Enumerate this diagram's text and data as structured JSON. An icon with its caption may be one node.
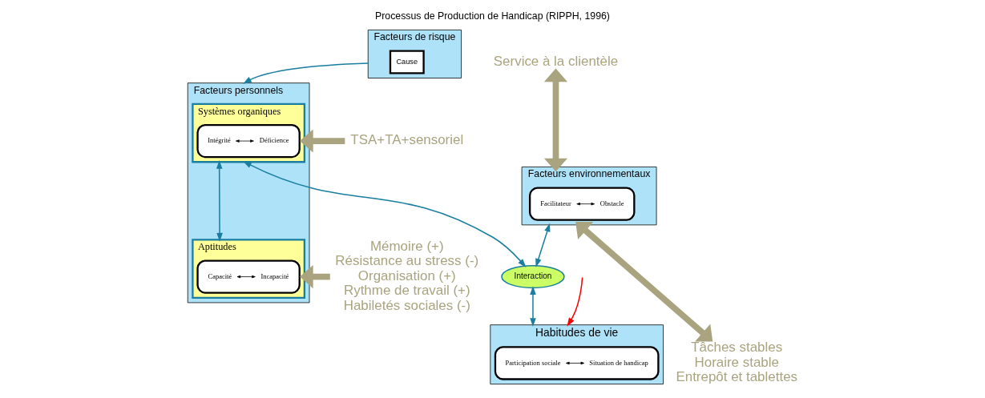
{
  "diagram": {
    "title": "Processus de Production de Handicap (RIPPH, 1996)",
    "nodes": [
      {
        "text": [
          "Facteurs de risque"
        ]
      },
      {
        "text": [
          "Cause"
        ],
        "in": 0
      },
      {
        "text": [
          "Facteurs personnels"
        ]
      },
      {
        "text": [
          "Systèmes organiques"
        ],
        "in": 2
      },
      {
        "text": [],
        "shape": "box",
        "in": 3
      },
      {
        "text": [
          "Intégrité"
        ],
        "in": 4
      },
      {
        "text": [
          "Déficience"
        ],
        "in": 4
      },
      {
        "text": [
          "Aptitudes"
        ],
        "in": 2
      },
      {
        "text": [],
        "shape": "box",
        "in": 7
      },
      {
        "text": [
          "Capacité"
        ],
        "in": 8
      },
      {
        "text": [
          "Incapacité"
        ],
        "in": 8
      },
      {
        "text": [
          "Facteurs environnementaux"
        ]
      },
      {
        "text": [],
        "shape": "box",
        "in": 11
      },
      {
        "text": [
          "Facilitateur"
        ],
        "in": 12
      },
      {
        "text": [
          "Obstacle"
        ],
        "in": 12
      },
      {
        "text": [
          "Interaction"
        ]
      },
      {
        "text": [
          "Habitudes de vie"
        ]
      },
      {
        "text": [],
        "shape": "box",
        "in": 16
      },
      {
        "text": [
          "Participation sociale"
        ],
        "in": 17
      },
      {
        "text": [
          "Situation de handicap"
        ],
        "in": 17
      },
      {
        "text": [
          "TSA+TA+sensoriel"
        ]
      },
      {
        "text": [
          "Mémoire (+)",
          "Résistance au stress (-)",
          "Organisation (+)",
          "Rythme de travail (+)",
          "Habiletés sociales (-)"
        ]
      },
      {
        "text": [
          "Service à la clientèle"
        ]
      },
      {
        "text": [
          "Tâches stables",
          "Horaire stable",
          "Entrepôt et tablettes"
        ]
      }
    ],
    "edges": [
      {
        "from": 0,
        "to": 2,
        "arrow": "to"
      },
      {
        "from": 3,
        "to": 7,
        "arrow": "both"
      },
      {
        "from": 5,
        "to": 6,
        "arrow": "both",
        "color": "#000000"
      },
      {
        "from": 9,
        "to": 10,
        "arrow": "both",
        "color": "#000000"
      },
      {
        "from": 13,
        "to": 14,
        "arrow": "both",
        "color": "#000000"
      },
      {
        "from": 15,
        "to": 3,
        "arrow": "both"
      },
      {
        "from": 11,
        "to": 15,
        "arrow": "both"
      },
      {
        "from": 15,
        "to": 16,
        "arrow": "both"
      },
      {
        "from": 18,
        "to": 19,
        "arrow": "both",
        "color": "#000000"
      },
      {
        "from": 20,
        "to": 3,
        "arrow": "to",
        "style": "thick",
        "color": "#a9a47f"
      },
      {
        "from": 21,
        "to": 7,
        "arrow": "to",
        "style": "thick",
        "color": "#a9a47f"
      },
      {
        "from": 22,
        "to": 11,
        "arrow": "both",
        "style": "thick",
        "color": "#a9a47f"
      },
      {
        "from": 11,
        "to": 23,
        "arrow": "both",
        "style": "thick",
        "color": "#a9a47f"
      },
      {
        "from": null,
        "to": 16,
        "arrow": "to",
        "color": "#ff0000"
      }
    ]
  }
}
